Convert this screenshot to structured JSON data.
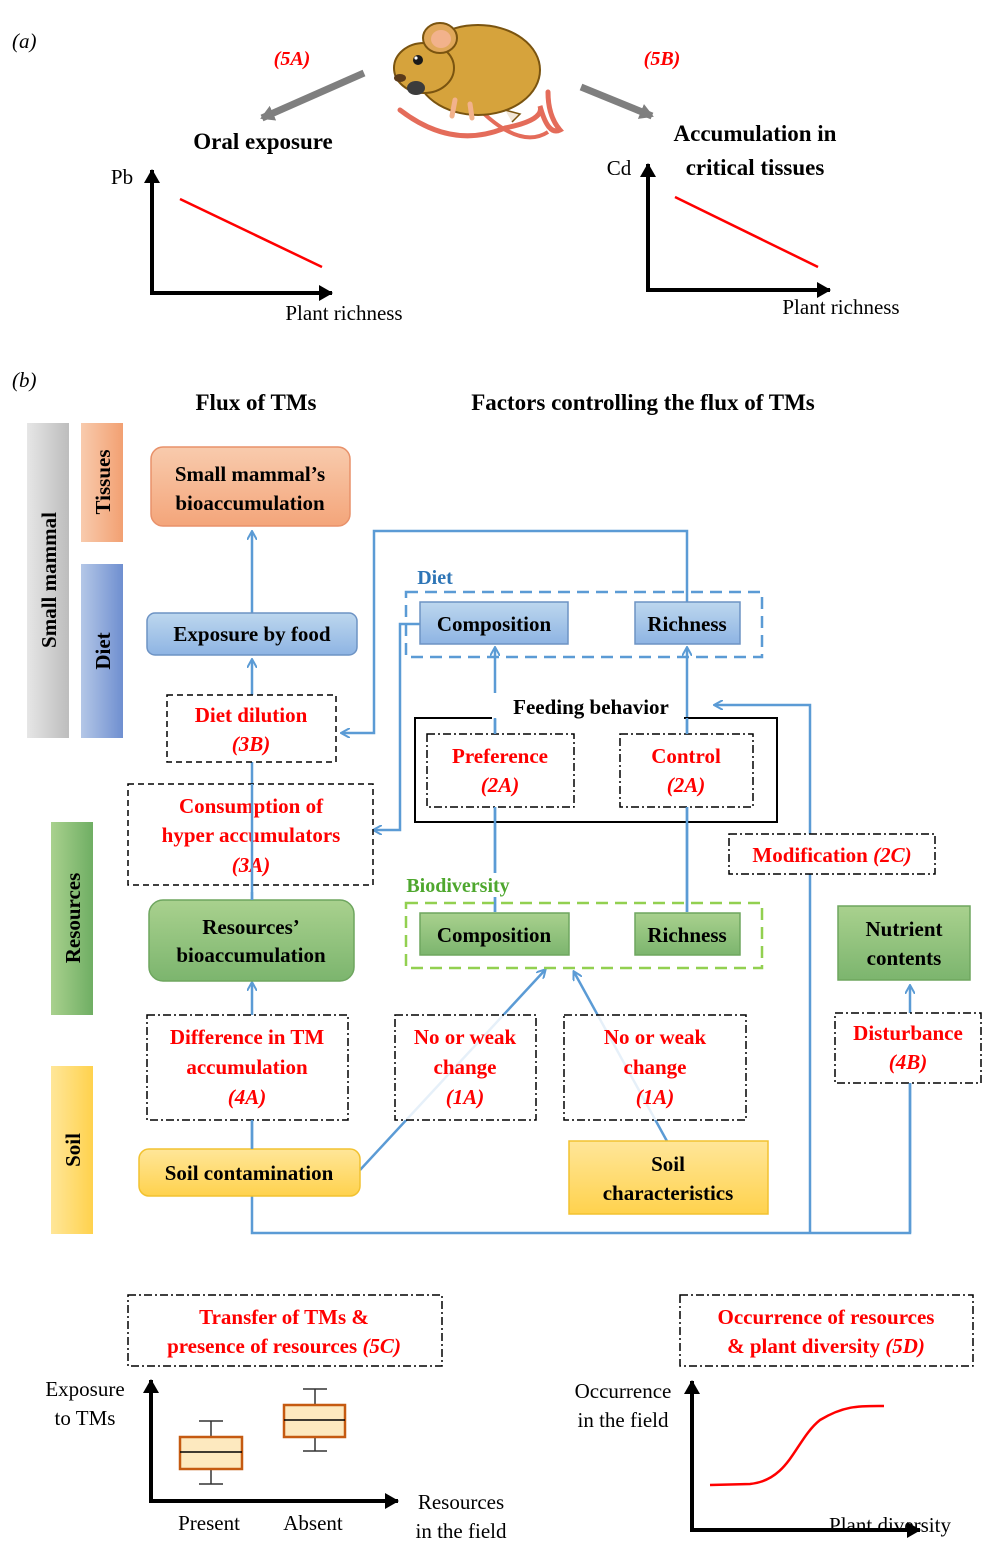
{
  "panel_a": {
    "label": "(a)",
    "ref_left": "(5A)",
    "ref_right": "(5B)",
    "left_title": "Oral exposure",
    "right_title_line1": "Accumulation in",
    "right_title_line2": "critical tissues",
    "left_ylabel": "Pb",
    "right_ylabel": "Cd",
    "left_xlabel": "Plant richness",
    "right_xlabel": "Plant richness"
  },
  "panel_b": {
    "label": "(b)",
    "header_flux": "Flux of TMs",
    "header_factors": "Factors controlling the flux of TMs",
    "bands": {
      "small_mammal": "Small mammal",
      "tissues": "Tissues",
      "diet": "Diet",
      "resources": "Resources",
      "soil": "Soil"
    },
    "nodes": {
      "bioaccum_line1": "Small mammal’s",
      "bioaccum_line2": "bioaccumulation",
      "exposure_food": "Exposure by food",
      "resources_line1": "Resources’",
      "resources_line2": "bioaccumulation",
      "soil_contamination": "Soil contamination",
      "soil_char_line1": "Soil",
      "soil_char_line2": "characteristics",
      "nutrient_line1": "Nutrient",
      "nutrient_line2": "contents",
      "diet_group": "Diet",
      "diet_composition": "Composition",
      "diet_richness": "Richness",
      "bio_group": "Biodiversity",
      "bio_composition": "Composition",
      "bio_richness": "Richness",
      "feeding_behavior": "Feeding behavior"
    },
    "mechanisms": {
      "diet_dilution": "Diet dilution",
      "diet_dilution_ref": "(3B)",
      "consumption_line1": "Consumption of",
      "consumption_line2": "hyper accumulators",
      "consumption_ref": "(3A)",
      "preference": "Preference",
      "preference_ref": "(2A)",
      "control": "Control",
      "control_ref": "(2A)",
      "modification": "Modification",
      "modification_ref": "(2C)",
      "difference_line1": "Difference in TM",
      "difference_line2": "accumulation",
      "difference_ref": "(4A)",
      "nochange1_line1": "No or weak",
      "nochange1_line2": "change",
      "nochange1_ref": "(1A)",
      "nochange2_line1": "No or weak",
      "nochange2_line2": "change",
      "nochange2_ref": "(1A)",
      "disturbance": "Disturbance",
      "disturbance_ref": "(4B)"
    }
  },
  "panel_c": {
    "title_line1": "Transfer of TMs &",
    "title_line2": "presence of resources",
    "title_ref": "(5C)",
    "ylabel_line1": "Exposure",
    "ylabel_line2": "to TMs",
    "xlabel_line1": "Resources",
    "xlabel_line2": "in the field",
    "categories": [
      "Present",
      "Absent"
    ]
  },
  "panel_d": {
    "title_line1": "Occurrence of resources",
    "title_line2": "& plant diversity",
    "title_ref": "(5D)",
    "ylabel_line1": "Occurrence",
    "ylabel_line2": "in the field",
    "xlabel": "Plant diversity"
  },
  "colors": {
    "arrow_blue": "#5b9bd5",
    "red": "#ff0000",
    "tissue_fill": "#f4b183",
    "diet_fill": "#9dc3e6",
    "resource_fill": "#8fc98f",
    "soil_fill": "#ffd966",
    "box_fill": "#fde9bf",
    "box_stroke": "#c55a11"
  }
}
